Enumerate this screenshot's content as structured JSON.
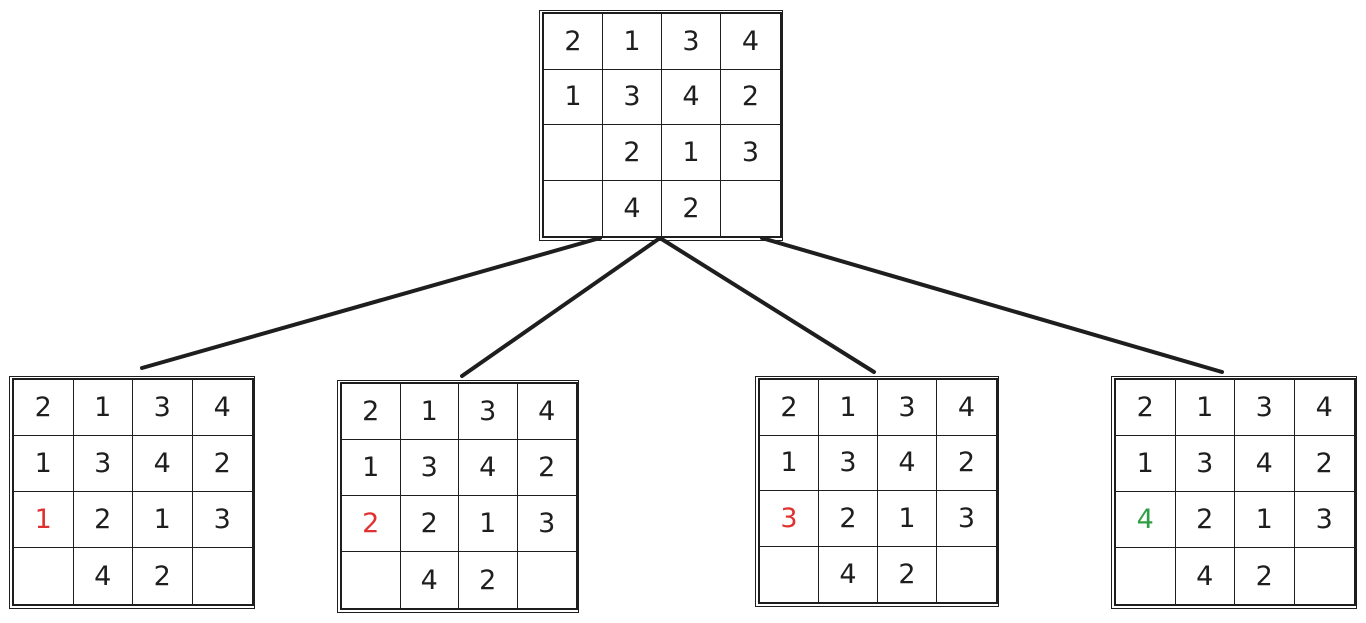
{
  "colors": {
    "ink": "#1e1e1e",
    "invalid": "#e03131",
    "valid": "#2f9e44"
  },
  "root": {
    "cells": [
      [
        "2",
        "1",
        "3",
        "4"
      ],
      [
        "1",
        "3",
        "4",
        "2"
      ],
      [
        "",
        "2",
        "1",
        "3"
      ],
      [
        "",
        "4",
        "2",
        ""
      ]
    ]
  },
  "children": [
    {
      "candidate": "1",
      "status": "invalid",
      "cells": [
        [
          "2",
          "1",
          "3",
          "4"
        ],
        [
          "1",
          "3",
          "4",
          "2"
        ],
        [
          "1",
          "2",
          "1",
          "3"
        ],
        [
          "",
          "4",
          "2",
          ""
        ]
      ]
    },
    {
      "candidate": "2",
      "status": "invalid",
      "cells": [
        [
          "2",
          "1",
          "3",
          "4"
        ],
        [
          "1",
          "3",
          "4",
          "2"
        ],
        [
          "2",
          "2",
          "1",
          "3"
        ],
        [
          "",
          "4",
          "2",
          ""
        ]
      ]
    },
    {
      "candidate": "3",
      "status": "invalid",
      "cells": [
        [
          "2",
          "1",
          "3",
          "4"
        ],
        [
          "1",
          "3",
          "4",
          "2"
        ],
        [
          "3",
          "2",
          "1",
          "3"
        ],
        [
          "",
          "4",
          "2",
          ""
        ]
      ]
    },
    {
      "candidate": "4",
      "status": "valid",
      "cells": [
        [
          "2",
          "1",
          "3",
          "4"
        ],
        [
          "1",
          "3",
          "4",
          "2"
        ],
        [
          "4",
          "2",
          "1",
          "3"
        ],
        [
          "",
          "4",
          "2",
          ""
        ]
      ]
    }
  ]
}
